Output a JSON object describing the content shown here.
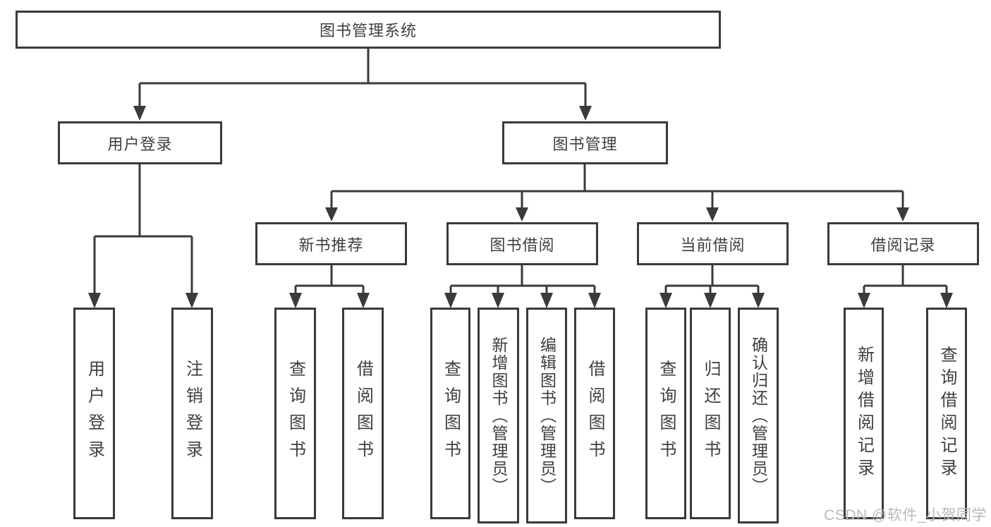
{
  "tree": {
    "root": "图书管理系统",
    "branches": [
      {
        "label": "用户登录",
        "children": [
          "用户登录",
          "注销登录"
        ]
      },
      {
        "label": "图书管理",
        "modules": [
          {
            "label": "新书推荐",
            "children": [
              "查询图书",
              "借阅图书"
            ]
          },
          {
            "label": "图书借阅",
            "children": [
              "查询图书",
              "新增图书（管理员）",
              "编辑图书（管理员）",
              "借阅图书"
            ]
          },
          {
            "label": "当前借阅",
            "children": [
              "查询图书",
              "归还图书",
              "确认归还（管理员）"
            ]
          },
          {
            "label": "借阅记录",
            "children": [
              "新增借阅记录",
              "查询借阅记录"
            ]
          }
        ]
      }
    ]
  },
  "watermark": {
    "text": "CSDN @软件_小贺同学"
  },
  "colors": {
    "line": "#3a3a3a",
    "text": "#3c4043",
    "watermark": "#b9b9b9",
    "background": "#ffffff"
  }
}
